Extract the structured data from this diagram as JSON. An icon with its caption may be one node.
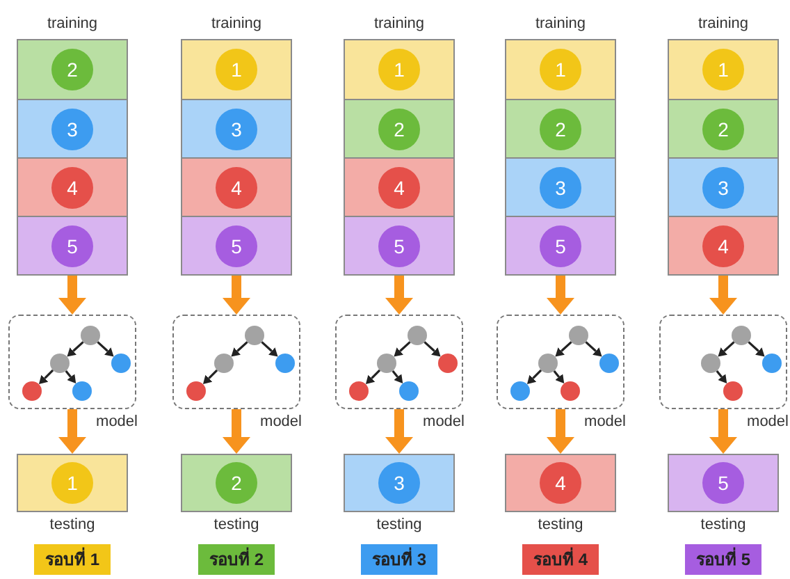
{
  "diagram": {
    "nodes": [
      {
        "text": [
          "training"
        ]
      },
      {
        "text": [
          "2"
        ],
        "in": 0
      },
      {
        "text": [
          "3"
        ],
        "in": 0
      },
      {
        "text": [
          "4"
        ],
        "in": 0
      },
      {
        "text": [
          "5"
        ],
        "in": 0
      },
      {
        "text": [
          "model"
        ]
      },
      {
        "text": [],
        "shape": "circle",
        "in": 5
      },
      {
        "text": [],
        "shape": "circle",
        "in": 5
      },
      {
        "text": [],
        "shape": "circle",
        "in": 5
      },
      {
        "text": [],
        "shape": "circle",
        "in": 5
      },
      {
        "text": [],
        "shape": "circle",
        "in": 5
      },
      {
        "text": [
          "1",
          "testing"
        ]
      },
      {
        "text": [
          "รอบที่ 1"
        ]
      },
      {
        "text": [
          "training"
        ]
      },
      {
        "text": [
          "1"
        ],
        "in": 13
      },
      {
        "text": [
          "3"
        ],
        "in": 13
      },
      {
        "text": [
          "4"
        ],
        "in": 13
      },
      {
        "text": [
          "5"
        ],
        "in": 13
      },
      {
        "text": [
          "model"
        ]
      },
      {
        "text": [],
        "shape": "circle",
        "in": 18
      },
      {
        "text": [],
        "shape": "circle",
        "in": 18
      },
      {
        "text": [],
        "shape": "circle",
        "in": 18
      },
      {
        "text": [],
        "shape": "circle",
        "in": 18
      },
      {
        "text": [
          "2",
          "testing"
        ]
      },
      {
        "text": [
          "รอบที่ 2"
        ]
      },
      {
        "text": [
          "training"
        ]
      },
      {
        "text": [
          "1"
        ],
        "in": 25
      },
      {
        "text": [
          "2"
        ],
        "in": 25
      },
      {
        "text": [
          "4"
        ],
        "in": 25
      },
      {
        "text": [
          "5"
        ],
        "in": 25
      },
      {
        "text": [
          "model"
        ]
      },
      {
        "text": [],
        "shape": "circle",
        "in": 30
      },
      {
        "text": [],
        "shape": "circle",
        "in": 30
      },
      {
        "text": [],
        "shape": "circle",
        "in": 30
      },
      {
        "text": [],
        "shape": "circle",
        "in": 30
      },
      {
        "text": [],
        "shape": "circle",
        "in": 30
      },
      {
        "text": [
          "3",
          "testing"
        ]
      },
      {
        "text": [
          "รอบที่ 3"
        ]
      },
      {
        "text": [
          "training"
        ]
      },
      {
        "text": [
          "1"
        ],
        "in": 38
      },
      {
        "text": [
          "2"
        ],
        "in": 38
      },
      {
        "text": [
          "3"
        ],
        "in": 38
      },
      {
        "text": [
          "5"
        ],
        "in": 38
      },
      {
        "text": [
          "model"
        ]
      },
      {
        "text": [],
        "shape": "circle",
        "in": 43
      },
      {
        "text": [],
        "shape": "circle",
        "in": 43
      },
      {
        "text": [],
        "shape": "circle",
        "in": 43
      },
      {
        "text": [],
        "shape": "circle",
        "in": 43
      },
      {
        "text": [],
        "shape": "circle",
        "in": 43
      },
      {
        "text": [
          "4",
          "testing"
        ]
      },
      {
        "text": [
          "รอบที่ 4"
        ]
      },
      {
        "text": [
          "training"
        ]
      },
      {
        "text": [
          "1"
        ],
        "in": 51
      },
      {
        "text": [
          "2"
        ],
        "in": 51
      },
      {
        "text": [
          "3"
        ],
        "in": 51
      },
      {
        "text": [
          "4"
        ],
        "in": 51
      },
      {
        "text": [
          "model"
        ]
      },
      {
        "text": [],
        "shape": "circle",
        "in": 56
      },
      {
        "text": [],
        "shape": "circle",
        "in": 56
      },
      {
        "text": [],
        "shape": "circle",
        "in": 56
      },
      {
        "text": [],
        "shape": "circle",
        "in": 56
      },
      {
        "text": [
          "5",
          "testing"
        ]
      },
      {
        "text": [
          "รอบที่ 5"
        ]
      }
    ],
    "edges": [
      {
        "from": 0,
        "to": 5,
        "arrow": "to",
        "style": "thick",
        "color": "#f7931e"
      },
      {
        "from": 6,
        "to": 7,
        "arrow": "to"
      },
      {
        "from": 6,
        "to": 8,
        "arrow": "to"
      },
      {
        "from": 7,
        "to": 9,
        "arrow": "to"
      },
      {
        "from": 7,
        "to": 10,
        "arrow": "to"
      },
      {
        "from": 5,
        "to": 11,
        "arrow": "to",
        "style": "thick",
        "color": "#f7931e"
      },
      {
        "from": 13,
        "to": 18,
        "arrow": "to",
        "style": "thick",
        "color": "#f7931e"
      },
      {
        "from": 19,
        "to": 20,
        "arrow": "to"
      },
      {
        "from": 19,
        "to": 21,
        "arrow": "to"
      },
      {
        "from": 20,
        "to": 22,
        "arrow": "to"
      },
      {
        "from": 18,
        "to": 23,
        "arrow": "to",
        "style": "thick",
        "color": "#f7931e"
      },
      {
        "from": 25,
        "to": 30,
        "arrow": "to",
        "style": "thick",
        "color": "#f7931e"
      },
      {
        "from": 31,
        "to": 32,
        "arrow": "to"
      },
      {
        "from": 31,
        "to": 33,
        "arrow": "to"
      },
      {
        "from": 32,
        "to": 34,
        "arrow": "to"
      },
      {
        "from": 32,
        "to": 35,
        "arrow": "to"
      },
      {
        "from": 30,
        "to": 36,
        "arrow": "to",
        "style": "thick",
        "color": "#f7931e"
      },
      {
        "from": 38,
        "to": 43,
        "arrow": "to",
        "style": "thick",
        "color": "#f7931e"
      },
      {
        "from": 44,
        "to": 45,
        "arrow": "to"
      },
      {
        "from": 44,
        "to": 46,
        "arrow": "to"
      },
      {
        "from": 45,
        "to": 47,
        "arrow": "to"
      },
      {
        "from": 45,
        "to": 48,
        "arrow": "to"
      },
      {
        "from": 43,
        "to": 49,
        "arrow": "to",
        "style": "thick",
        "color": "#f7931e"
      },
      {
        "from": 51,
        "to": 56,
        "arrow": "to",
        "style": "thick",
        "color": "#f7931e"
      },
      {
        "from": 57,
        "to": 58,
        "arrow": "to"
      },
      {
        "from": 57,
        "to": 59,
        "arrow": "to"
      },
      {
        "from": 58,
        "to": 60,
        "arrow": "to"
      },
      {
        "from": 56,
        "to": 61,
        "arrow": "to",
        "style": "thick",
        "color": "#f7931e"
      }
    ]
  }
}
